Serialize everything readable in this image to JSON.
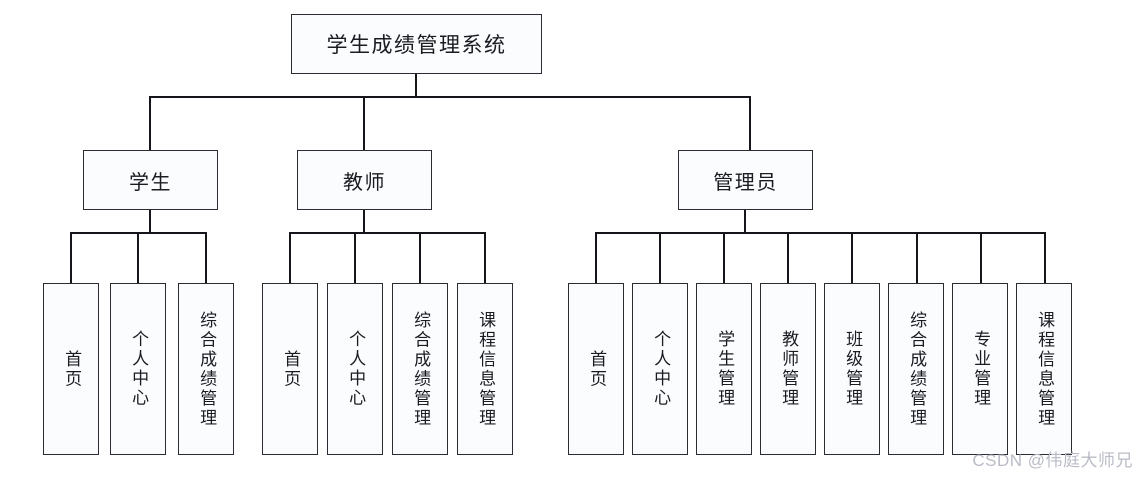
{
  "diagram": {
    "title": "学生成绩管理系统",
    "type": "org-chart",
    "root": {
      "label": "学生成绩管理系统"
    },
    "branches": [
      {
        "label": "学生",
        "children": [
          {
            "label": "首页"
          },
          {
            "label": "个人中心"
          },
          {
            "label": "综合成绩管理"
          }
        ]
      },
      {
        "label": "教师",
        "children": [
          {
            "label": "首页"
          },
          {
            "label": "个人中心"
          },
          {
            "label": "综合成绩管理"
          },
          {
            "label": "课程信息管理"
          }
        ]
      },
      {
        "label": "管理员",
        "children": [
          {
            "label": "首页"
          },
          {
            "label": "个人中心"
          },
          {
            "label": "学生管理"
          },
          {
            "label": "教师管理"
          },
          {
            "label": "班级管理"
          },
          {
            "label": "综合成绩管理"
          },
          {
            "label": "专业管理"
          },
          {
            "label": "课程信息管理"
          }
        ]
      }
    ]
  },
  "watermark": {
    "text": "CSDN @伟庭大师兄"
  },
  "colors": {
    "box_border": "#2b2b33",
    "box_fill": "#fbfcfe",
    "line": "#15151b",
    "text": "#1b1b22",
    "watermark": "#b9bcc6",
    "background": "#ffffff"
  }
}
